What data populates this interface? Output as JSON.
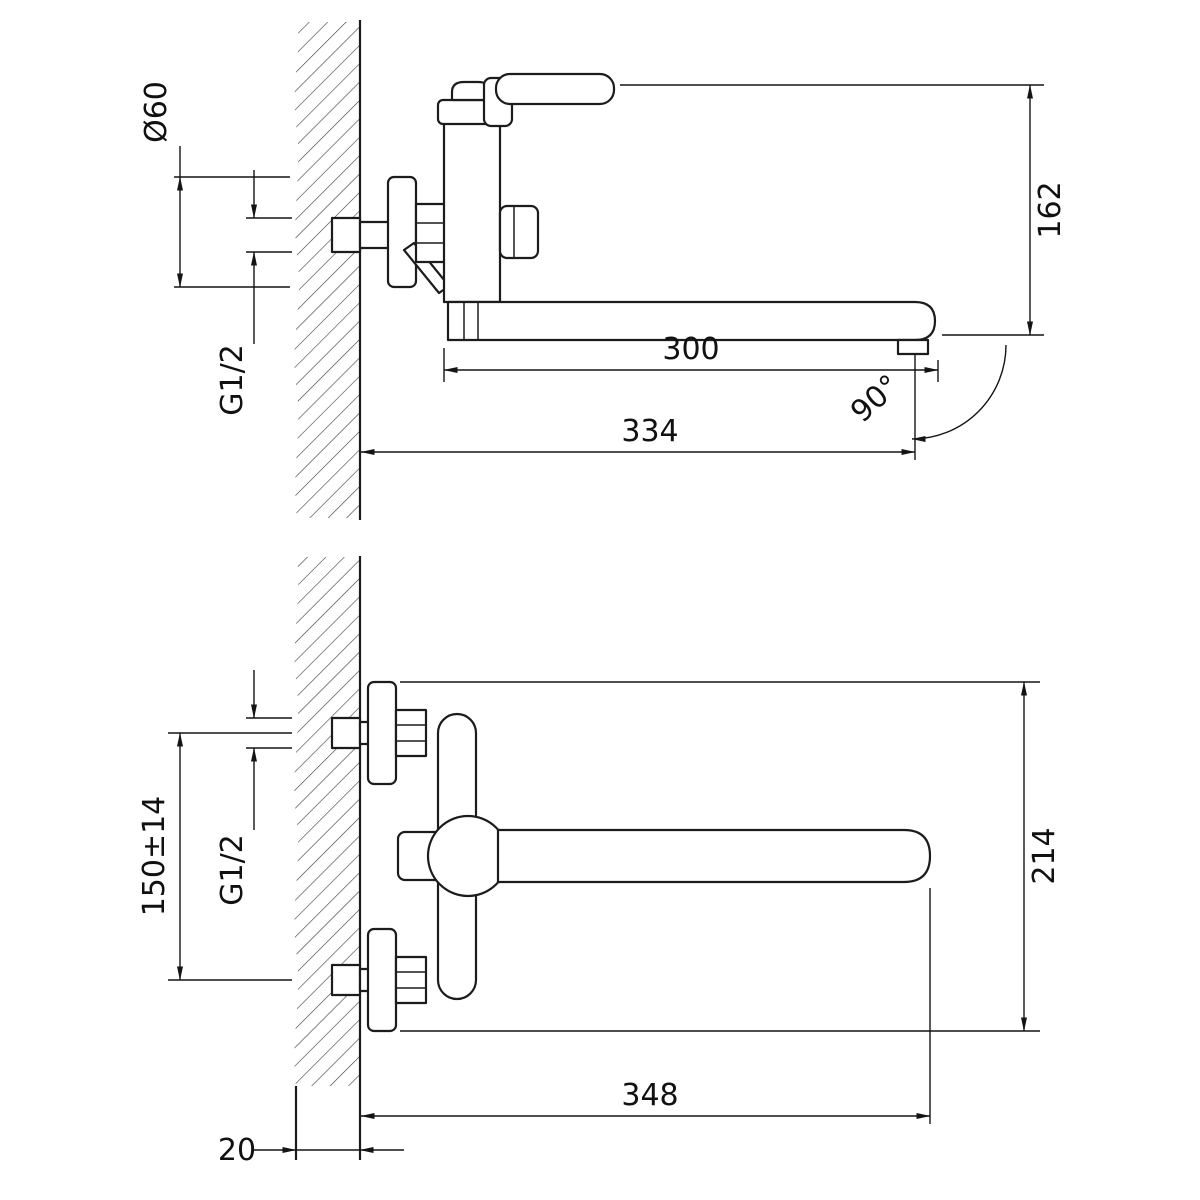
{
  "drawing": {
    "kind": "wall-mounted-mixer-technical-drawing",
    "line_color": "#1c1c1c",
    "background": "#ffffff"
  },
  "side_view": {
    "dim_flange_diameter": "Ø60",
    "dim_connection_thread": "G1/2",
    "dim_spout_length": "300",
    "dim_overall_projection": "334",
    "dim_height": "162",
    "dim_spout_swivel_angle": "90°"
  },
  "plan_view": {
    "dim_inlet_centers": "150±14",
    "dim_connection_thread": "G1/2",
    "dim_overall_width": "214",
    "dim_overall_projection": "348",
    "dim_wall_thickness": "20"
  }
}
